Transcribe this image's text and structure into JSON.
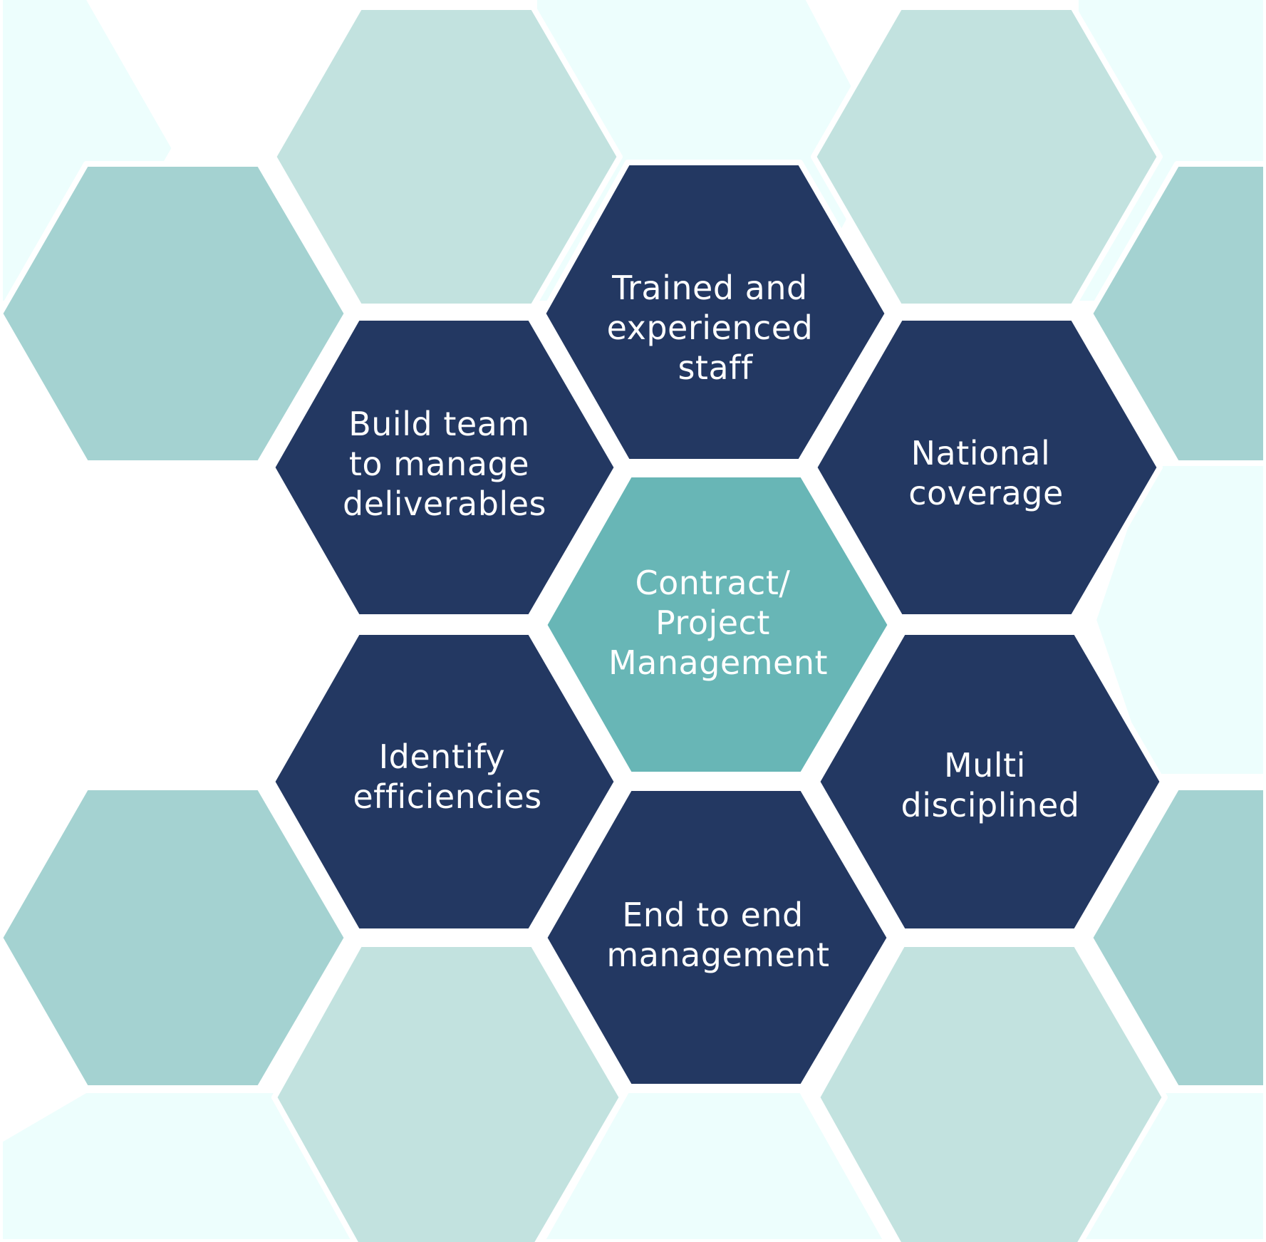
{
  "colors": {
    "background": "#ffffff",
    "dark_navy": "#233862",
    "teal_center": "#68b6b6",
    "teal_medium": "#a4d2d1",
    "teal_light": "#c2e2df",
    "teal_pale": "#edfefd",
    "label_text": "#ffffff"
  },
  "center": {
    "lines": [
      "Contract/",
      "Project",
      "Management"
    ]
  },
  "cells": [
    {
      "id": "trained-staff",
      "lines": [
        "Trained and",
        "experienced",
        "staff"
      ]
    },
    {
      "id": "build-team",
      "lines": [
        "Build team",
        "to manage",
        "deliverables"
      ]
    },
    {
      "id": "national-coverage",
      "lines": [
        "National",
        "coverage"
      ]
    },
    {
      "id": "identify-efficiencies",
      "lines": [
        "Identify",
        "efficiencies"
      ]
    },
    {
      "id": "multi-disciplined",
      "lines": [
        "Multi",
        "disciplined"
      ]
    },
    {
      "id": "end-to-end",
      "lines": [
        "End to end",
        "management"
      ]
    }
  ]
}
